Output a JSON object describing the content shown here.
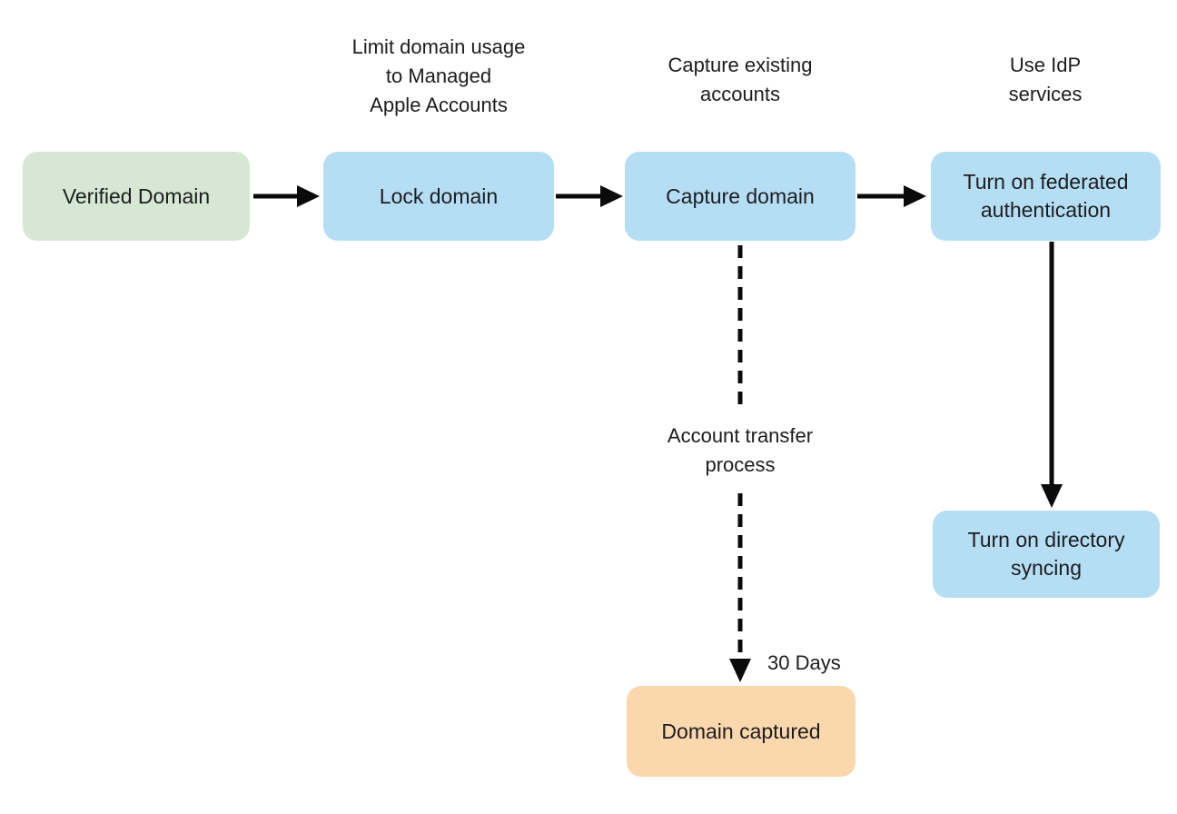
{
  "colors": {
    "green_node": "#d6e8d3",
    "blue_node": "#b5def5",
    "orange_node": "#fbd7ae",
    "text_color": "#1d1d1f",
    "arrow_color": "#0a0a0a",
    "background": "#ffffff"
  },
  "nodes": {
    "verified_domain": {
      "label": "Verified Domain"
    },
    "lock_domain": {
      "label": "Lock domain"
    },
    "capture_domain": {
      "label": "Capture domain"
    },
    "federated_authentication": {
      "label": "Turn on federated\nauthentication"
    },
    "directory_syncing": {
      "label": "Turn on directory\nsyncing"
    },
    "domain_captured": {
      "label": "Domain captured"
    }
  },
  "annotations": {
    "lock_domain_note": "Limit domain usage\nto Managed\nApple Accounts",
    "capture_domain_note": "Capture existing\naccounts",
    "federated_note": "Use IdP\nservices",
    "transfer_label": "Account transfer\nprocess",
    "duration_label": "30 Days"
  }
}
